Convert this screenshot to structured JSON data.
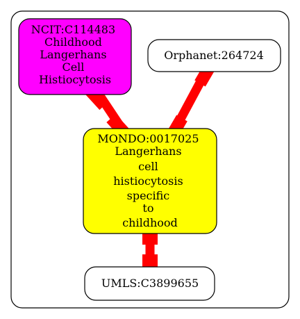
{
  "colors": {
    "edge": "#ff0000",
    "outline": "#000000",
    "fill_ncit": "#ff00ff",
    "fill_mondo": "#ffff00",
    "fill_default": "#ffffff"
  },
  "nodes": {
    "ncit": {
      "lines": [
        "NCIT:C114483",
        "Childhood",
        "Langerhans",
        "Cell",
        "Histiocytosis"
      ]
    },
    "orphanet": {
      "lines": [
        "Orphanet:264724"
      ]
    },
    "mondo": {
      "lines": [
        "MONDO:0017025",
        "Langerhans",
        "cell",
        "histiocytosis",
        "specific",
        "to",
        "childhood"
      ]
    },
    "umls": {
      "lines": [
        "UMLS:C3899655"
      ]
    }
  },
  "edges": [
    {
      "from": "ncit",
      "to": "mondo"
    },
    {
      "from": "orphanet",
      "to": "mondo"
    },
    {
      "from": "mondo",
      "to": "umls"
    }
  ]
}
